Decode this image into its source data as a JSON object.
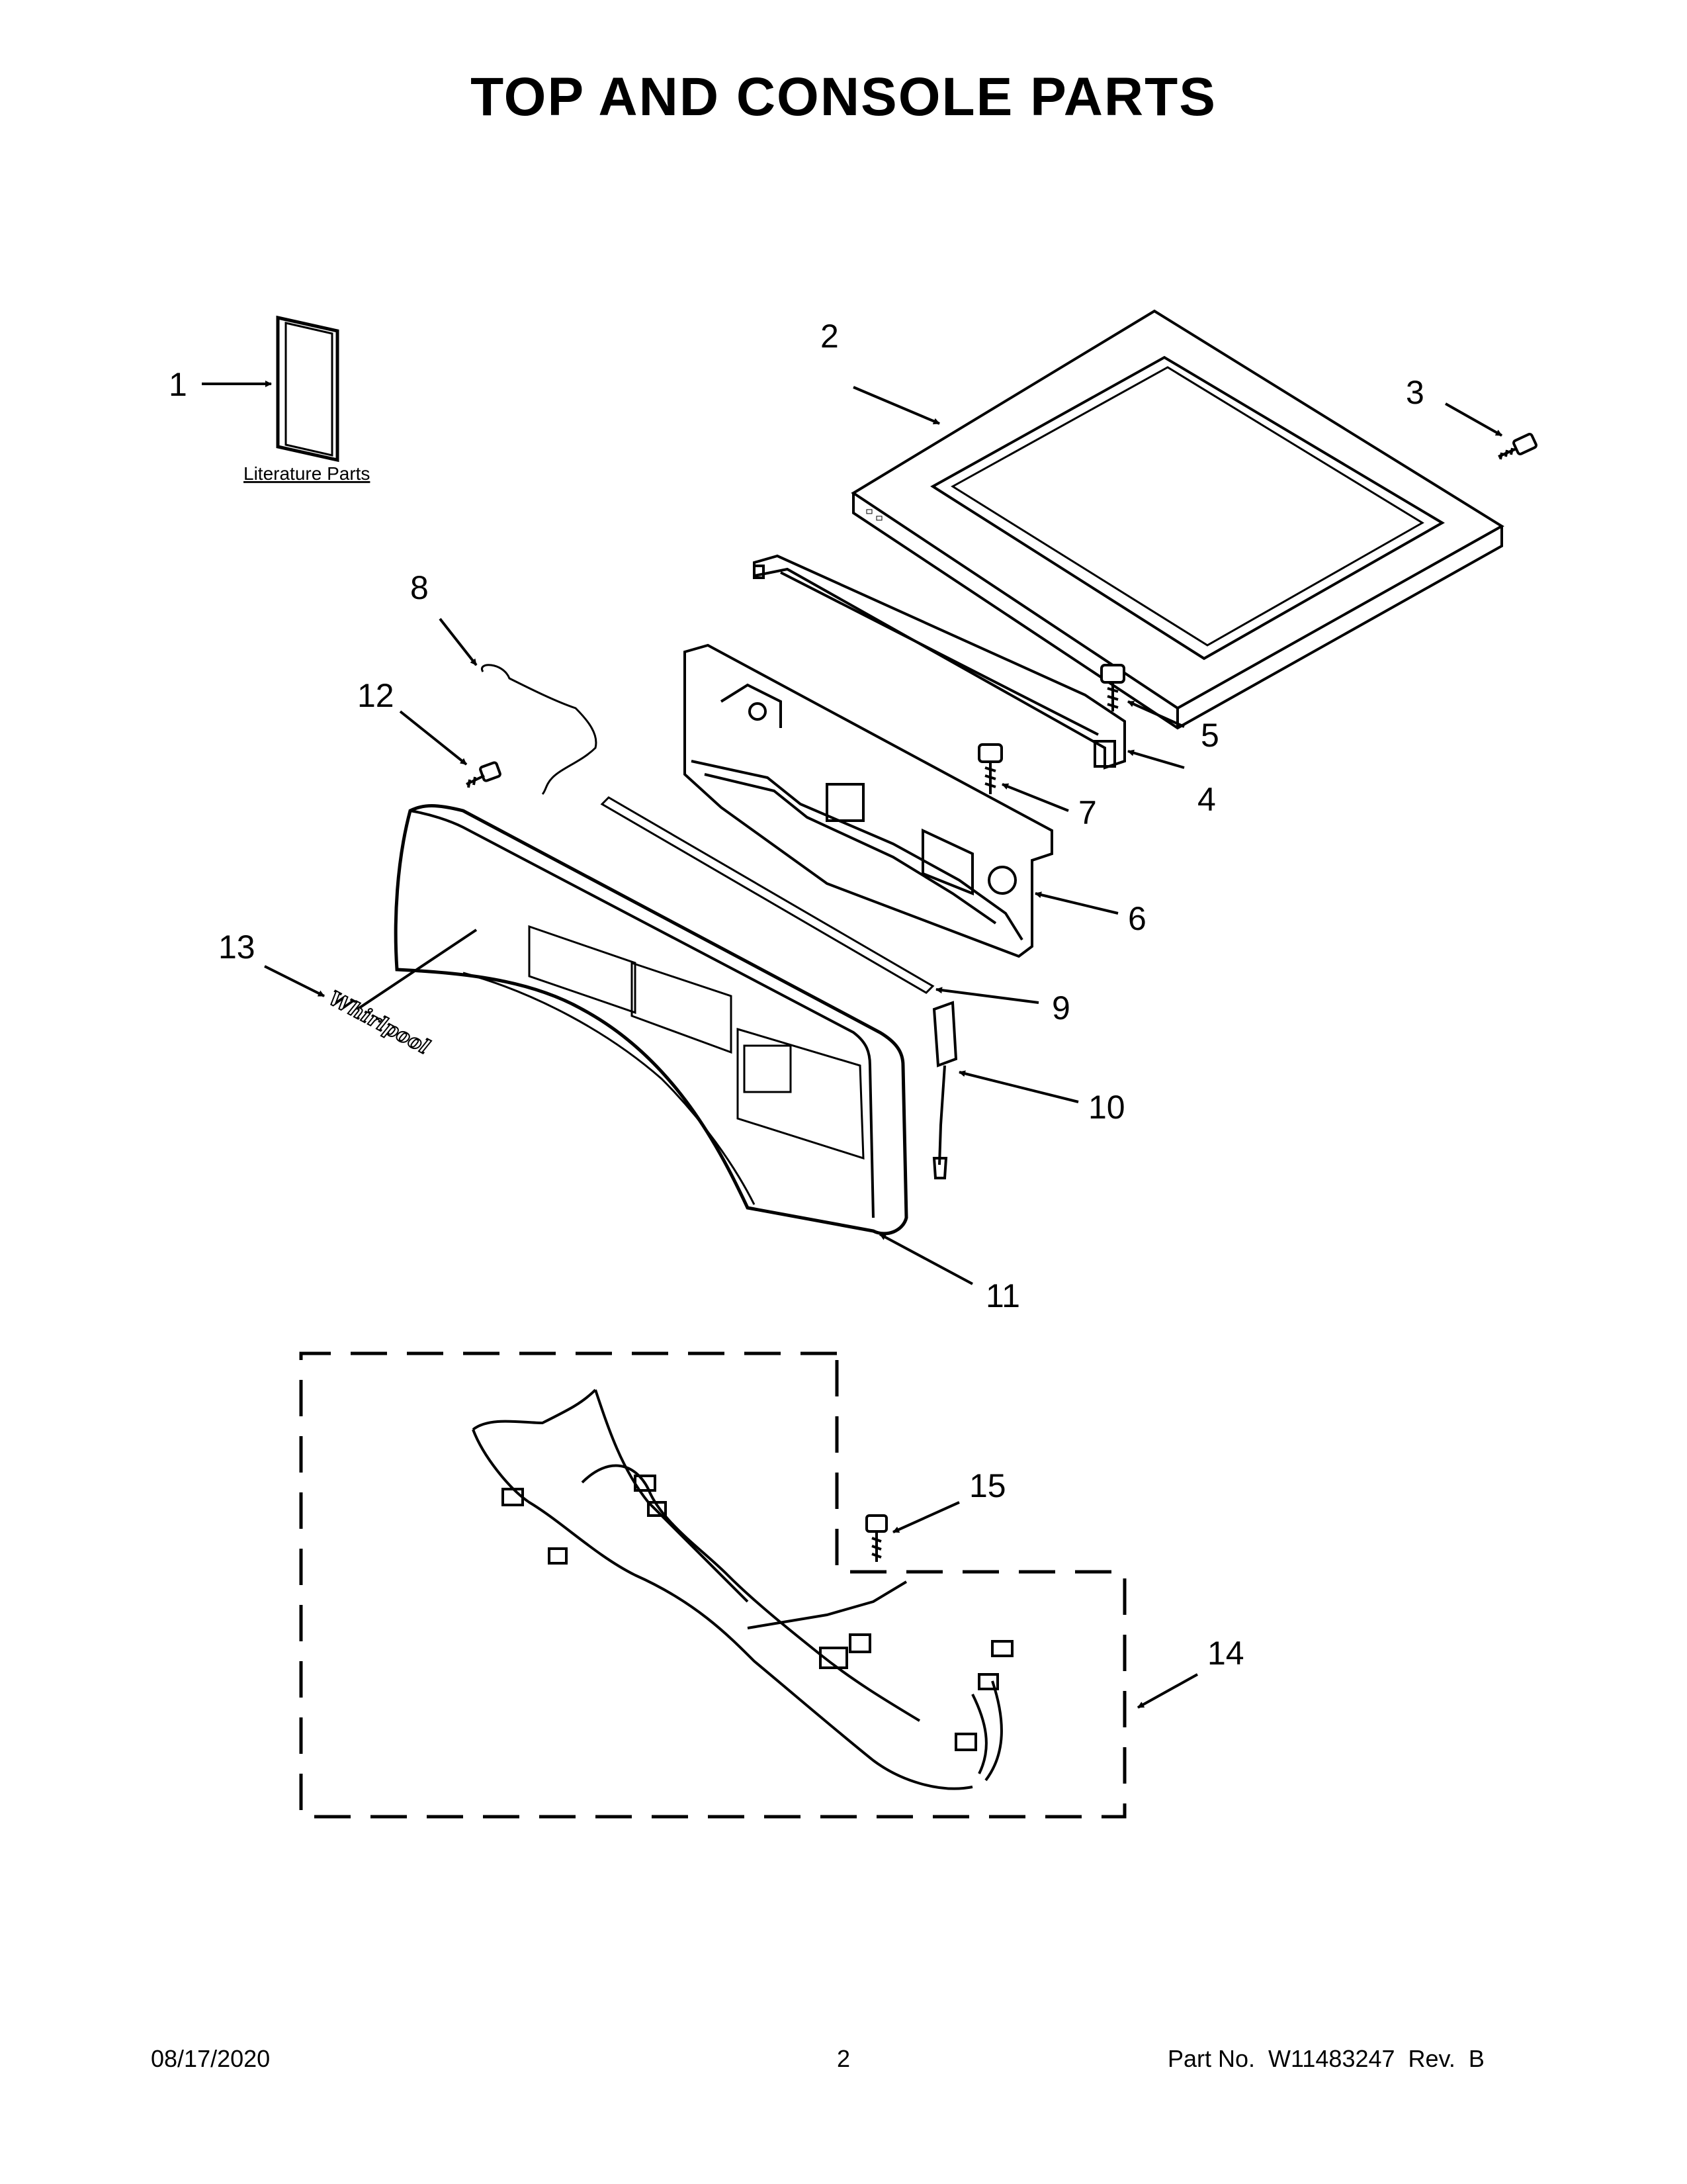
{
  "page": {
    "title": "TOP AND CONSOLE PARTS"
  },
  "literature": {
    "label": "Literature Parts"
  },
  "brand": {
    "logo_text": "Whirlpool"
  },
  "callouts": {
    "c1": "1",
    "c2": "2",
    "c3": "3",
    "c4": "4",
    "c5": "5",
    "c6": "6",
    "c7": "7",
    "c8": "8",
    "c9": "9",
    "c10": "10",
    "c11": "11",
    "c12": "12",
    "c13": "13",
    "c14": "14",
    "c15": "15"
  },
  "footer": {
    "date": "08/17/2020",
    "page_number": "2",
    "part_no": "Part No.  W11483247  Rev.  B"
  }
}
